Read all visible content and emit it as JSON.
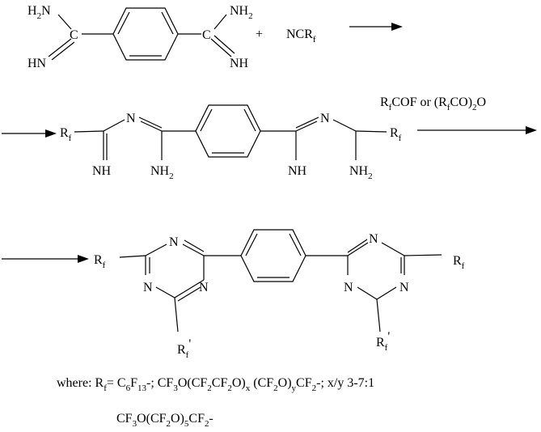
{
  "row1": {
    "left_amidine_top": "H",
    "left_amidine_top_sub": "2",
    "left_amidine_top_end": "N",
    "left_carbon": "C",
    "left_imine": "HN",
    "right_carbon": "C",
    "right_amidine_top": "NH",
    "right_amidine_top_sub": "2",
    "right_imine": "NH",
    "plus": "+",
    "nitrile": "NCR",
    "nitrile_sub": "f"
  },
  "row2": {
    "reagent_1": "R",
    "reagent_1_sub": "f",
    "reagent_2": "COF or (R",
    "reagent_2_sub": "f",
    "reagent_3": "CO)",
    "reagent_3_sub": "2",
    "reagent_4": "O",
    "left_rf": "R",
    "left_rf_sub": "f",
    "n_left": "N",
    "imine_left": "NH",
    "amine_left": "NH",
    "amine_left_sub": "2",
    "n_right": "N",
    "imine_right": "NH",
    "amine_right": "NH",
    "amine_right_sub": "2",
    "right_rf": "R",
    "right_rf_sub": "f"
  },
  "row3": {
    "left_rf": "R",
    "left_rf_sub": "f",
    "ring1_n_top": "N",
    "ring1_n_left": "N",
    "ring1_n_right": "N",
    "ring1_rf2": "R",
    "ring1_rf2_sub": "f",
    "ring1_rf2_prime": "'",
    "ring2_n_top": "N",
    "ring2_n_left": "N",
    "ring2_n_right": "N",
    "right_rf": "R",
    "right_rf_sub": "f",
    "ring2_rf2": "R",
    "ring2_rf2_sub": "f",
    "ring2_rf2_prime": "'"
  },
  "legend": {
    "where": "where: R",
    "where_sub": "f",
    "eq": "= C",
    "c6_sub": "6",
    "f": "F",
    "f13_sub": "13",
    "part2": "-; CF",
    "cf3_sub": "3",
    "part3": "O(CF",
    "cf2a_sub": "2",
    "part4": "CF",
    "cf2b_sub": "2",
    "part5": "O)",
    "x_sub": "x",
    "part6": " (CF",
    "cf2c_sub": "2",
    "part7": "O)",
    "y_sub": "y",
    "part8": "CF",
    "cf2d_sub": "2",
    "part9": "-; x/y 3-7:1",
    "line2_a": "CF",
    "line2_a_sub": "3",
    "line2_b": "O(CF",
    "line2_b_sub": "2",
    "line2_c": "O)",
    "line2_c_sub": "5",
    "line2_d": "CF",
    "line2_d_sub": "2",
    "line2_e": "-"
  }
}
